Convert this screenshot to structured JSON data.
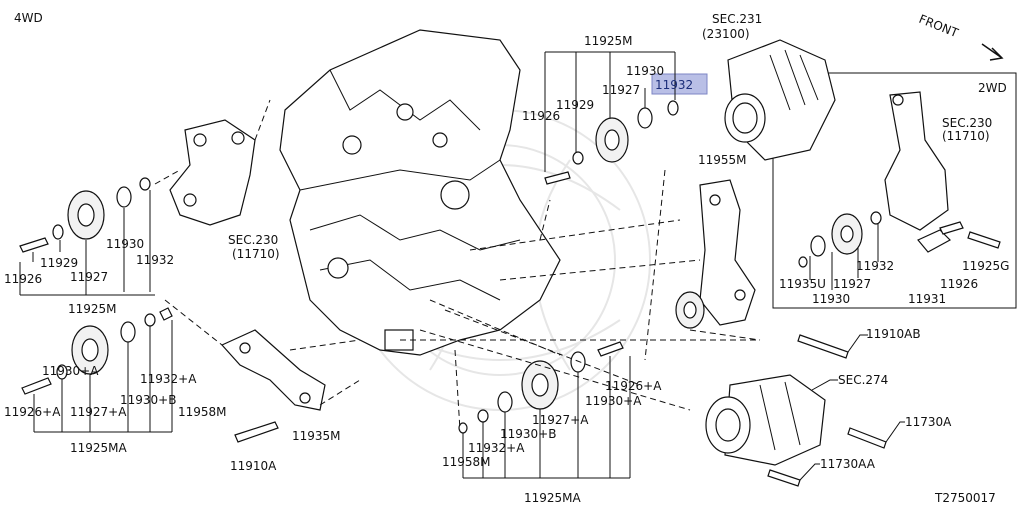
{
  "header": {
    "drive_label": "4WD",
    "front_label": "FRONT",
    "drawing_code": "T2750017"
  },
  "inset": {
    "title": "2WD",
    "labels": {
      "sec230": "SEC.230",
      "sec230_sub": "(11710)",
      "p11932": "11932",
      "p11935u": "11935U",
      "p11927": "11927",
      "p11930": "11930",
      "p11925g": "11925G",
      "p11926": "11926",
      "p11931": "11931"
    }
  },
  "labels": {
    "left_sec230": "SEC.230",
    "left_sec230_sub": "(11710)",
    "top_sec231": "SEC.231",
    "top_sec231_sub": "(23100)",
    "sec274": "SEC.274",
    "p11925m_top": "11925M",
    "p11930_top": "11930",
    "p11932_top": "11932",
    "p11927_top": "11927",
    "p11929_top": "11929",
    "p11926_top": "11926",
    "p11955m": "11955M",
    "p11929_left": "11929",
    "p11927_left": "11927",
    "p11930_left": "11930",
    "p11932_left": "11932",
    "p11926_left": "11926",
    "p11925m_left": "11925M",
    "p11930a_left": "11930+A",
    "p11930b_left": "11930+B",
    "p11932a_left": "11932+A",
    "p11926a_left": "11926+A",
    "p11927a_left": "11927+A",
    "p11958m_left": "11958M",
    "p11925ma_left": "11925MA",
    "p11935m": "11935M",
    "p11910a": "11910A",
    "p11910ab": "11910AB",
    "p11730a": "11730A",
    "p11730aa": "11730AA",
    "p11926a_mid": "11926+A",
    "p11930a_mid": "11930+A",
    "p11927a_mid": "11927+A",
    "p11930b_mid": "11930+B",
    "p11932a_mid": "11932+A",
    "p11958m_mid": "11958M",
    "p11925ma_mid": "11925MA"
  },
  "highlight_color": "#b9bfe6",
  "highlight_text_color": "#1c2e7a"
}
